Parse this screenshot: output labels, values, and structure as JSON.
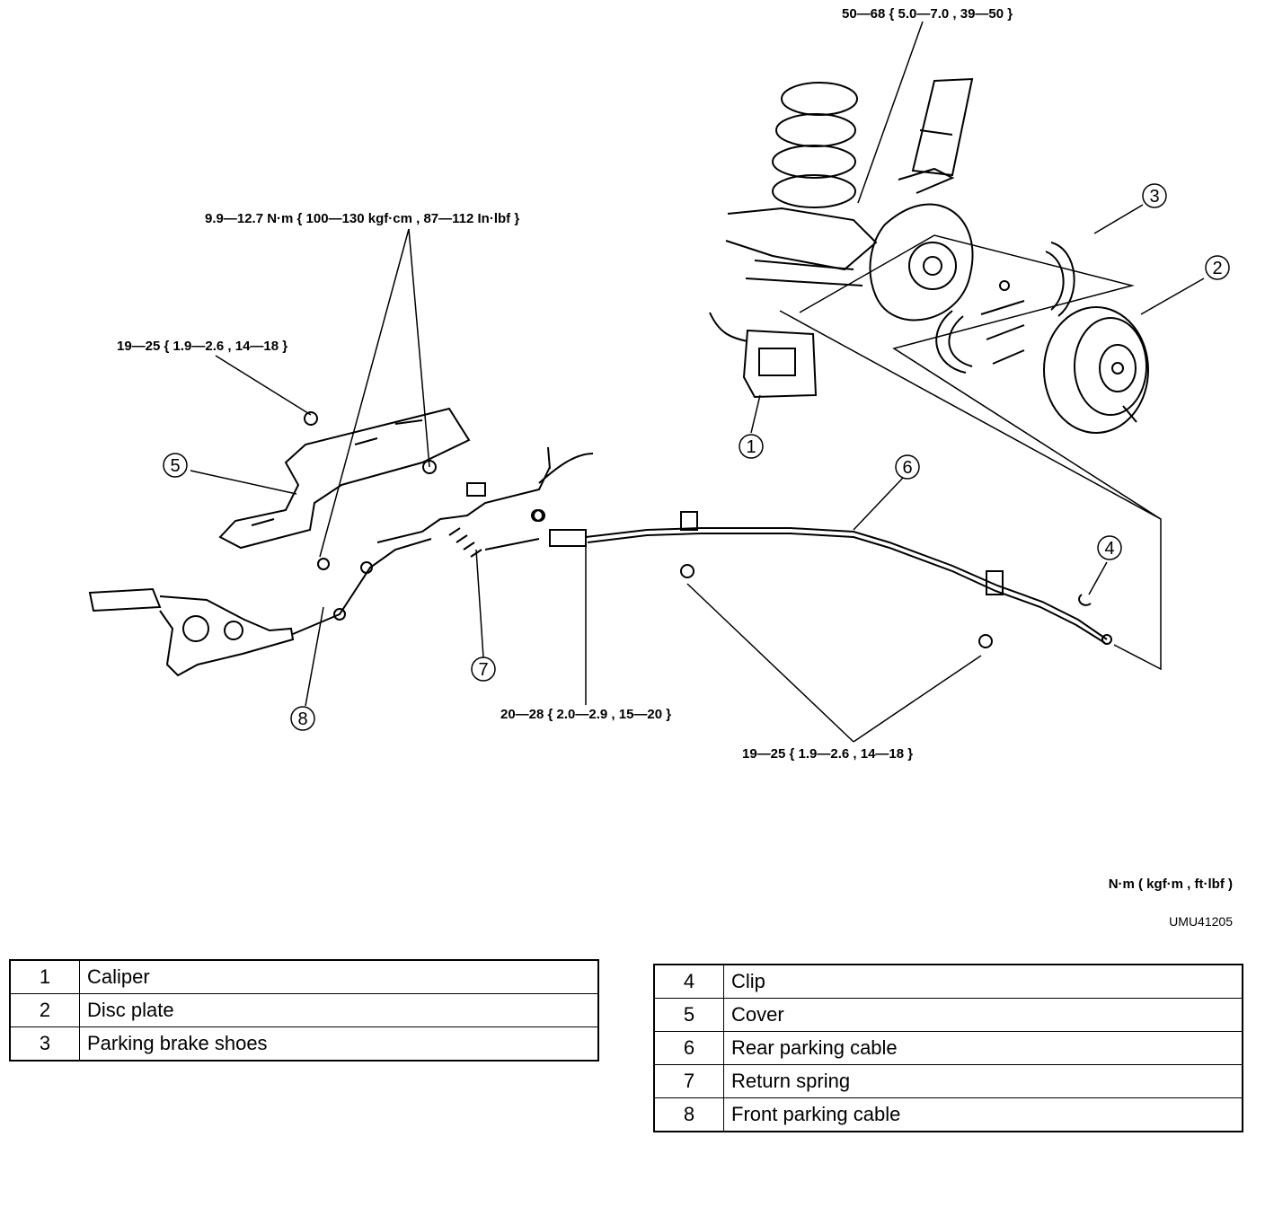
{
  "diagram": {
    "torque_specs": {
      "caliper_bolt": "50—68 { 5.0—7.0 , 39—50 }",
      "cover_nuts": "9.9—12.7 N·m { 100—130 kgf·cm , 87—112 In·lbf }",
      "lever_bolt": "19—25 { 1.9—2.6 , 14—18 }",
      "adjuster_nut": "20—28 { 2.0—2.9 , 15—20 }",
      "cable_bracket_bolts": "19—25 { 1.9—2.6 , 14—18 }"
    },
    "callouts": [
      "1",
      "2",
      "3",
      "4",
      "5",
      "6",
      "7",
      "8"
    ],
    "units_note": "N·m ( kgf·m , ft·lbf )",
    "figure_id": "UMU41205"
  },
  "legend": {
    "left": [
      {
        "num": "1",
        "name": "Caliper"
      },
      {
        "num": "2",
        "name": "Disc plate"
      },
      {
        "num": "3",
        "name": "Parking brake shoes"
      }
    ],
    "right": [
      {
        "num": "4",
        "name": "Clip"
      },
      {
        "num": "5",
        "name": "Cover"
      },
      {
        "num": "6",
        "name": "Rear parking cable"
      },
      {
        "num": "7",
        "name": "Return spring"
      },
      {
        "num": "8",
        "name": "Front parking cable"
      }
    ]
  }
}
